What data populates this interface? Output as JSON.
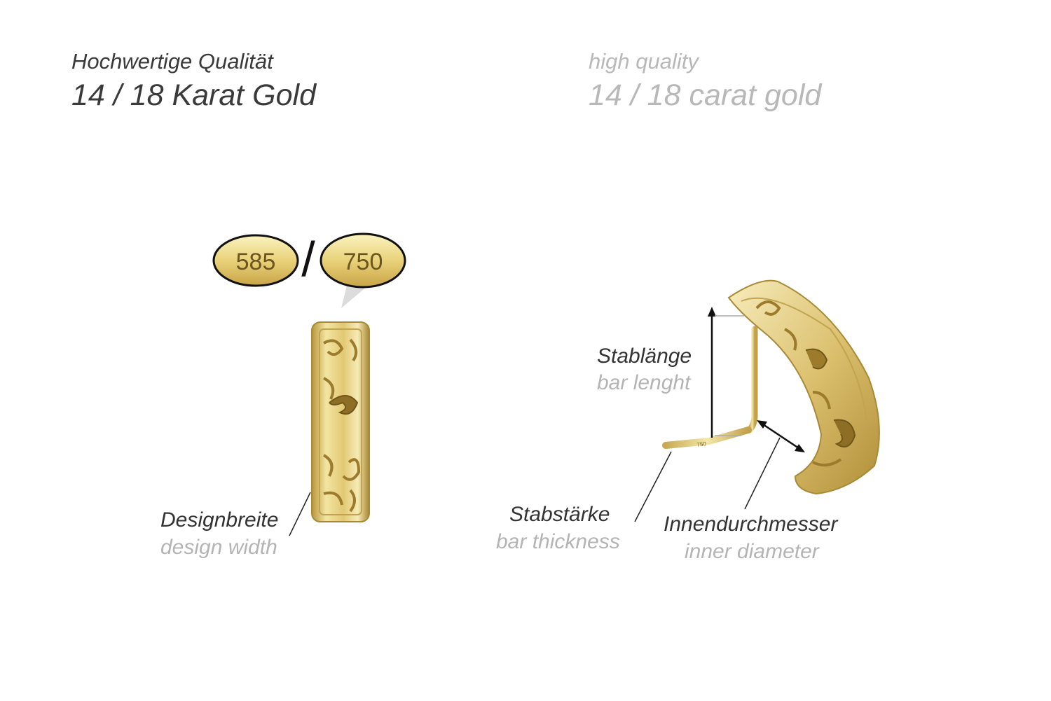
{
  "heading_de": {
    "line1": "Hochwertige Qualität",
    "line2": "14 / 18 Karat Gold"
  },
  "heading_en": {
    "line1": "high quality",
    "line2": "14 / 18 carat gold"
  },
  "hallmarks": {
    "first": "585",
    "separator": "/",
    "second": "750",
    "stamp_on_bar": "750"
  },
  "labels": {
    "design_width": {
      "de": "Designbreite",
      "en": "design width"
    },
    "bar_length": {
      "de": "Stablänge",
      "en": "bar lenght"
    },
    "bar_thickness": {
      "de": "Stabstärke",
      "en": "bar thickness"
    },
    "inner_diameter": {
      "de": "Innendurchmesser",
      "en": "inner diameter"
    }
  },
  "colors": {
    "gold_light": "#f3e6a6",
    "gold_mid": "#d8be6a",
    "gold_dark": "#9c7c2c",
    "text_dark": "#3a3a3a",
    "text_light": "#b8b8b8"
  },
  "icons": [
    "front-view-earring-icon",
    "side-view-earring-icon",
    "dimension-arrow-icon"
  ]
}
